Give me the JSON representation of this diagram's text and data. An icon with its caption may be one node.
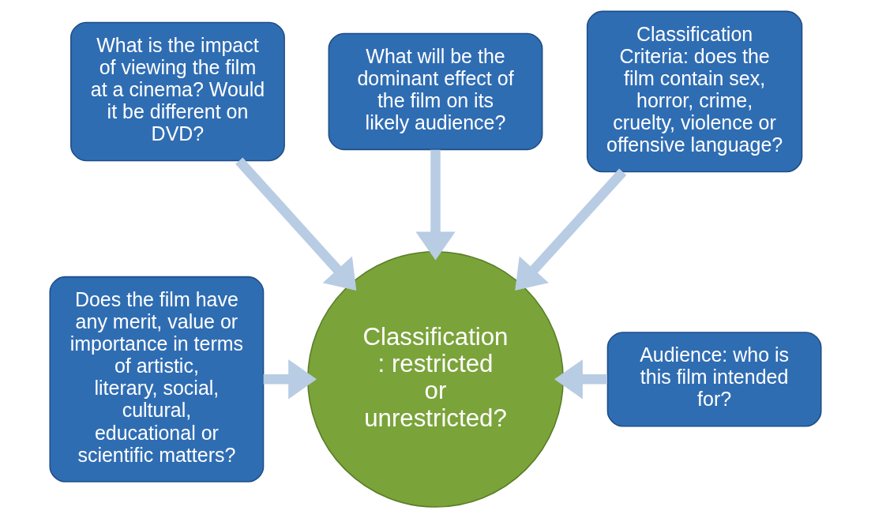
{
  "diagram": {
    "nodes": [
      {
        "text": [
          "What is the impact of viewing the film at a cinema? Would it be different on DVD?"
        ]
      },
      {
        "text": [
          "What will be the dominant effect of the film on its likely audience?"
        ]
      },
      {
        "text": [
          "Classification Criteria: does the film contain sex, horror, crime, cruelty, violence or offensive language?"
        ]
      },
      {
        "text": [
          "Does the film have any merit, value or importance in terms of artistic, literary, social, cultural, educational or scientific matters?"
        ]
      },
      {
        "text": [
          "Classification: restricted or unrestricted?"
        ]
      },
      {
        "text": [
          "Audience: who is this film intended for?"
        ]
      }
    ],
    "edges": [
      {
        "from": 1,
        "to": 4,
        "arrow": "to"
      },
      {
        "from": 0,
        "to": 4,
        "arrow": "to"
      },
      {
        "from": 2,
        "to": 4,
        "arrow": "to"
      },
      {
        "from": 3,
        "to": 4,
        "arrow": "to"
      },
      {
        "from": 5,
        "to": 4,
        "arrow": "to"
      }
    ]
  }
}
